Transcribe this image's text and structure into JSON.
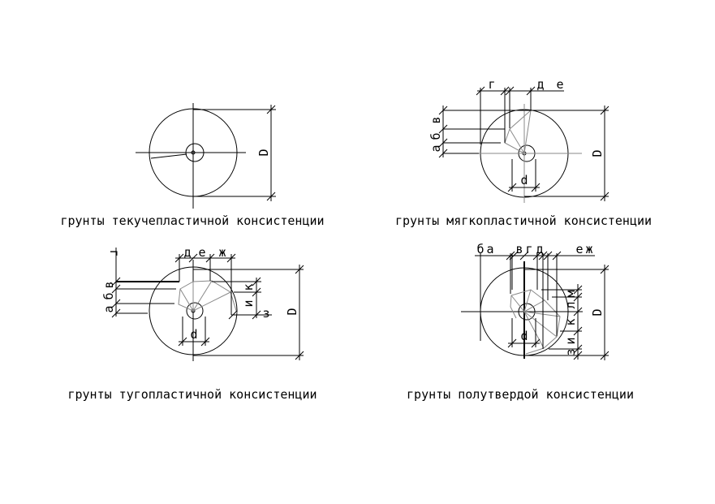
{
  "diagrams": [
    {
      "caption": "грунты текучепластичной консистенции",
      "labels": {
        "D": "D"
      }
    },
    {
      "caption": "грунты мягкопластичной консистенции",
      "labels": {
        "g": "г",
        "d_top": "д",
        "e": "е",
        "a": "а",
        "b": "б",
        "v": "в",
        "d": "d",
        "D": "D"
      }
    },
    {
      "caption": "грунты тугопластичной консистенции",
      "labels": {
        "g": "г",
        "d_top": "д",
        "e": "е",
        "zh": "ж",
        "a": "а",
        "b": "б",
        "v": "в",
        "i": "и",
        "k": "к",
        "z": "з",
        "d": "d",
        "D": "D"
      }
    },
    {
      "caption": "грунты полутвердой консистенции",
      "labels": {
        "b": "б",
        "a": "а",
        "v": "в",
        "g": "г",
        "d_top": "д",
        "e": "е",
        "zh": "ж",
        "m": "м",
        "l": "л",
        "k": "к",
        "i": "и",
        "z": "з",
        "d": "d",
        "D": "D"
      }
    }
  ],
  "colors": {
    "line": "#000000",
    "construction": "#888888",
    "background": "#ffffff"
  }
}
